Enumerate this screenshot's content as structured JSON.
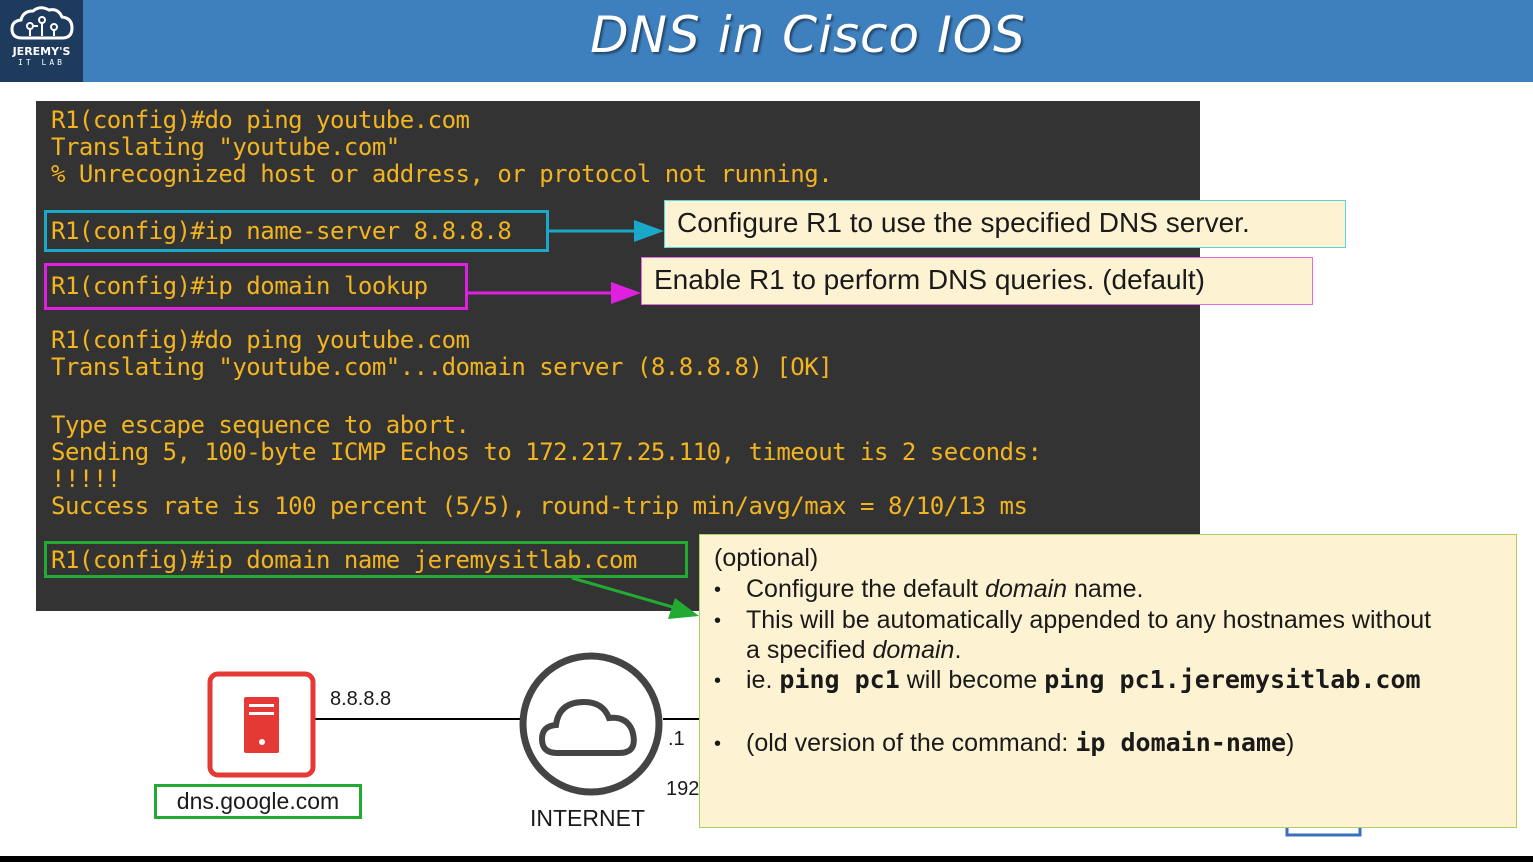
{
  "header": {
    "title": "DNS in Cisco IOS",
    "logo_text": "JEREMY'S",
    "logo_sub": "IT LAB"
  },
  "terminal": {
    "lines": [
      "R1(config)#do ping youtube.com",
      "Translating \"youtube.com\"",
      "% Unrecognized host or address, or protocol not running.",
      "R1(config)#ip name-server 8.8.8.8",
      "R1(config)#ip domain lookup",
      "R1(config)#do ping youtube.com",
      "Translating \"youtube.com\"...domain server (8.8.8.8) [OK]",
      "Type escape sequence to abort.",
      "Sending 5, 100-byte ICMP Echos to 172.217.25.110, timeout is 2 seconds:",
      "!!!!!",
      "Success rate is 100 percent (5/5), round-trip min/avg/max = 8/10/13 ms",
      "R1(config)#ip domain name jeremysitlab.com"
    ]
  },
  "notes": {
    "name_server": "Configure R1 to use the specified DNS server.",
    "domain_lookup": "Enable R1 to perform DNS queries. (default)"
  },
  "optional_box": {
    "heading": "(optional)",
    "bullet1": "Configure the default ",
    "bullet1_em": "domain",
    "bullet1_end": " name.",
    "bullet2_a": "This will be automatically appended to any hostnames without",
    "bullet2_b": "a specified ",
    "bullet2_em": "domain",
    "bullet2_end": ".",
    "bullet3_pre": "ie. ",
    "bullet3_code1": "ping pc1",
    "bullet3_mid": " will become ",
    "bullet3_code2": "ping pc1.jeremysitlab.com",
    "bullet4_pre": "(old version of the command: ",
    "bullet4_code": "ip domain-name",
    "bullet4_end": ")"
  },
  "diagram": {
    "server_ip": "8.8.8.8",
    "server_name": "dns.google.com",
    "internet_label": "INTERNET",
    "r1_ip_suffix": ".1",
    "r1_net_partial": "192"
  },
  "colors": {
    "header_bg": "#3e7fbd",
    "terminal_bg": "#333333",
    "terminal_text": "#f2b421",
    "cyan": "#1aa8c8",
    "magenta": "#e020e0",
    "green": "#22aa33",
    "server_red": "#e53935"
  }
}
